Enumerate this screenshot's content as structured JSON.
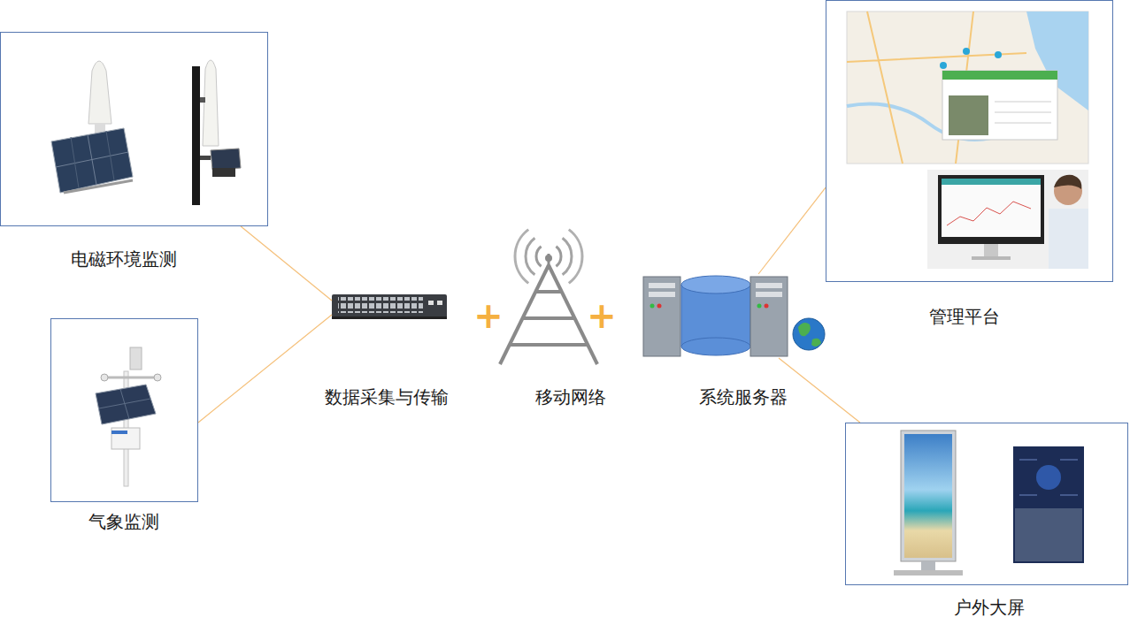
{
  "diagram": {
    "nodes": [
      {
        "text": [
          "电磁环境监测"
        ]
      },
      {
        "text": [
          "气象监测"
        ]
      },
      {
        "text": [
          "数据采集与传输"
        ]
      },
      {
        "text": [
          "移动网络"
        ]
      },
      {
        "text": [
          "系统服务器"
        ]
      },
      {
        "text": [
          "管理平台"
        ]
      },
      {
        "text": [
          "户外大屏"
        ]
      }
    ],
    "edges": [
      {
        "from": 0,
        "to": 2,
        "arrow": "none"
      },
      {
        "from": 1,
        "to": 2,
        "arrow": "none"
      },
      {
        "from": 4,
        "to": 5,
        "arrow": "none"
      },
      {
        "from": 4,
        "to": 6,
        "arrow": "none"
      }
    ],
    "labels": [
      "+",
      "+"
    ]
  }
}
